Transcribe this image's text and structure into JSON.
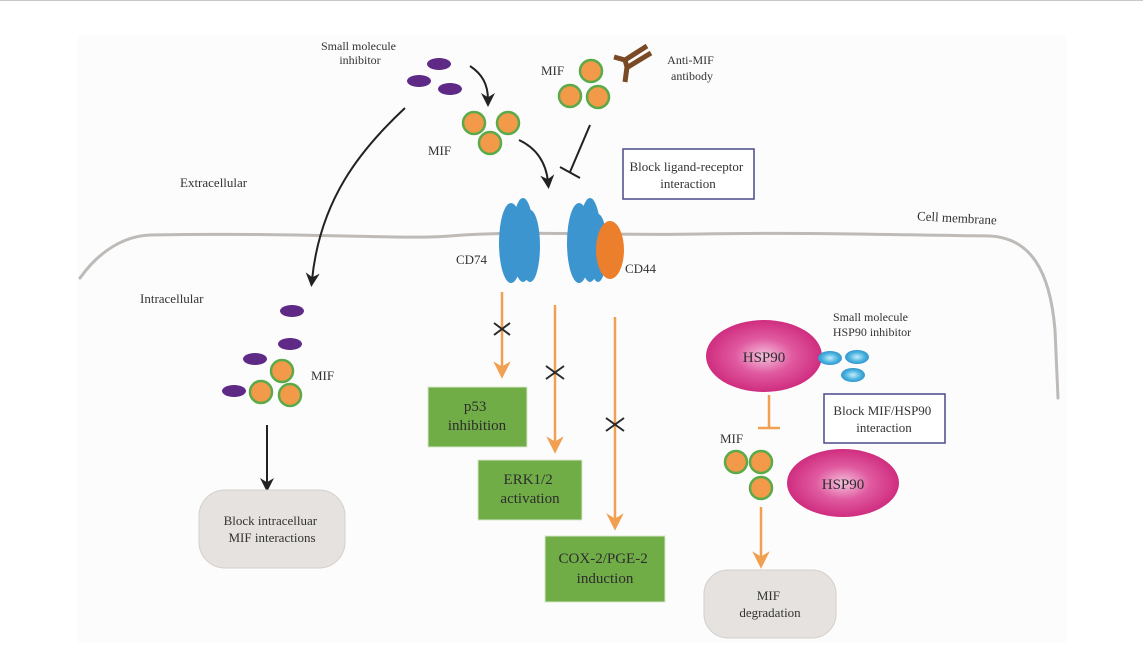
{
  "title": "MIF inhibition strategies",
  "regions": {
    "extracellular": "Extracellular",
    "intracellular": "Intracellular",
    "membrane": "Cell membrane"
  },
  "labels": {
    "small_molecule_inhibitor": [
      "Small molecule",
      "inhibitor"
    ],
    "mif_top": "MIF",
    "mif_mid": "MIF",
    "mif_intracellular": "MIF",
    "mif_hsp": "MIF",
    "anti_mif_antibody": [
      "Anti-MIF",
      "antibody"
    ],
    "cd74": "CD74",
    "cd44": "CD44",
    "hsp90_inhibitor": [
      "Small molecule",
      "HSP90 inhibitor"
    ],
    "hsp90_top": "HSP90",
    "hsp90_bottom": "HSP90"
  },
  "boxes": {
    "block_ligand_receptor": [
      "Block ligand-receptor",
      "interaction"
    ],
    "block_mif_hsp90": [
      "Block MIF/HSP90",
      "interaction"
    ],
    "block_intracellular": [
      "Block intracelluar",
      "MIF interactions"
    ],
    "mif_degradation": [
      "MIF",
      "degradation"
    ]
  },
  "pathways": [
    {
      "lines": [
        "p53",
        "inhibition"
      ],
      "blocked": true
    },
    {
      "lines": [
        "ERK1/2",
        "activation"
      ],
      "blocked": true
    },
    {
      "lines": [
        "COX-2/PGE-2",
        "induction"
      ],
      "blocked": true
    }
  ],
  "colors": {
    "mif_fill": "#f39a4a",
    "mif_ring": "#5aaa48",
    "inhibitor_purple": "#5e2a86",
    "receptor_blue": "#3d95d0",
    "cd44_orange": "#ec7f2c",
    "antibody_brown": "#7a4a26",
    "pathway_orange": "#f0a050",
    "green_box": "#70ad47",
    "hsp90_magenta": "#d0287c",
    "hsp_inhibitor_blue": "#3aa7dc",
    "box_border": "#4a4a8a",
    "gray_box": "#e5e2df",
    "membrane_gray": "#bdbab7"
  }
}
